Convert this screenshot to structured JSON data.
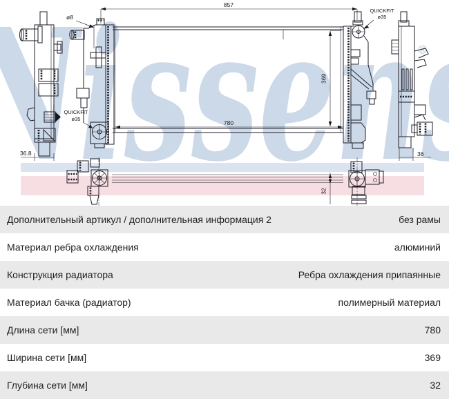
{
  "colors": {
    "band_blue": "#dbe4ee",
    "band_pink": "#f7dee2",
    "table_alt_row": "#e9e9e9",
    "table_text": "#1f1f1f",
    "line": "#1c1c26",
    "watermark": "#ccd9e8"
  },
  "watermark": {
    "text": "Nissens",
    "registered": "®"
  },
  "diagram": {
    "dim_total_width": "857",
    "dim_core_width": "780",
    "dim_core_height": "369",
    "dim_core_depth": "32",
    "dim_left_depth": "36.8",
    "dim_right_depth": "36",
    "label_dia8": "ø8",
    "quickfit_top": {
      "line1": "QUICKFIT",
      "line2": "ø35"
    },
    "quickfit_left": {
      "line1": "QUICKFIT",
      "line2": "ø35"
    }
  },
  "table": {
    "rows": [
      {
        "label": "Дополнительный артикул / дополнительная информация 2",
        "value": "без рамы"
      },
      {
        "label": "Материал ребра охлаждения",
        "value": "алюминий"
      },
      {
        "label": "Конструкция радиатора",
        "value": "Ребра охлаждения припаянные"
      },
      {
        "label": "Материал бачка (радиатор)",
        "value": "полимерный материал"
      },
      {
        "label": "Длина сети [мм]",
        "value": "780"
      },
      {
        "label": "Ширина сети [мм]",
        "value": "369"
      },
      {
        "label": "Глубина сети [мм]",
        "value": "32"
      }
    ]
  }
}
